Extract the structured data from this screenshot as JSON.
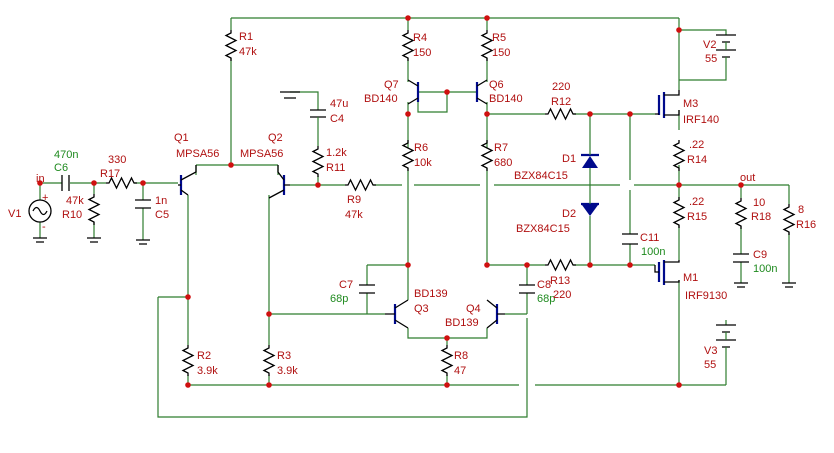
{
  "colors": {
    "wire": "#2e7d2e",
    "label": "#b01010",
    "cap": "#1f8a1f",
    "semiconductor": "#000a8c",
    "node": "#d01010"
  },
  "components": {
    "R1": {
      "ref": "R1",
      "value": "47k"
    },
    "R2": {
      "ref": "R2",
      "value": "3.9k"
    },
    "R3": {
      "ref": "R3",
      "value": "3.9k"
    },
    "R4": {
      "ref": "R4",
      "value": "150"
    },
    "R5": {
      "ref": "R5",
      "value": "150"
    },
    "R6": {
      "ref": "R6",
      "value": "10k"
    },
    "R7": {
      "ref": "R7",
      "value": "680"
    },
    "R8": {
      "ref": "R8",
      "value": "47"
    },
    "R9": {
      "ref": "R9",
      "value": "47k"
    },
    "R10": {
      "ref": "R10",
      "value": "47k"
    },
    "R11": {
      "ref": "R11",
      "value": "1.2k"
    },
    "R12": {
      "ref": "R12",
      "value": "220"
    },
    "R13": {
      "ref": "R13",
      "value": "220"
    },
    "R14": {
      "ref": "R14",
      "value": ".22"
    },
    "R15": {
      "ref": "R15",
      "value": ".22"
    },
    "R16": {
      "ref": "R16",
      "value": "8"
    },
    "R17": {
      "ref": "R17",
      "value": "330"
    },
    "R18": {
      "ref": "R18",
      "value": "10"
    },
    "C4": {
      "ref": "C4",
      "value": "47u"
    },
    "C5": {
      "ref": "C5",
      "value": "1n"
    },
    "C6": {
      "ref": "C6",
      "value": "470n"
    },
    "C7": {
      "ref": "C7",
      "value": "68p"
    },
    "C8": {
      "ref": "C8",
      "value": "68p"
    },
    "C9": {
      "ref": "C9",
      "value": "100n"
    },
    "C11": {
      "ref": "C11",
      "value": "100n"
    },
    "Q1": {
      "ref": "Q1",
      "value": "MPSA56"
    },
    "Q2": {
      "ref": "Q2",
      "value": "MPSA56"
    },
    "Q3": {
      "ref": "Q3",
      "value": "BD139"
    },
    "Q4": {
      "ref": "Q4",
      "value": "BD139"
    },
    "Q6": {
      "ref": "Q6",
      "value": "BD140"
    },
    "Q7": {
      "ref": "Q7",
      "value": "BD140"
    },
    "D1": {
      "ref": "D1",
      "value": "BZX84C15"
    },
    "D2": {
      "ref": "D2",
      "value": "BZX84C15"
    },
    "M1": {
      "ref": "M1",
      "value": "IRF9130"
    },
    "M3": {
      "ref": "M3",
      "value": "IRF140"
    },
    "V1": {
      "ref": "V1"
    },
    "V2": {
      "ref": "V2",
      "value": "55"
    },
    "V3": {
      "ref": "V3",
      "value": "55"
    }
  },
  "nets": {
    "in": "in",
    "out": "out"
  },
  "symbols": {
    "plus": "+",
    "minus": "-"
  }
}
